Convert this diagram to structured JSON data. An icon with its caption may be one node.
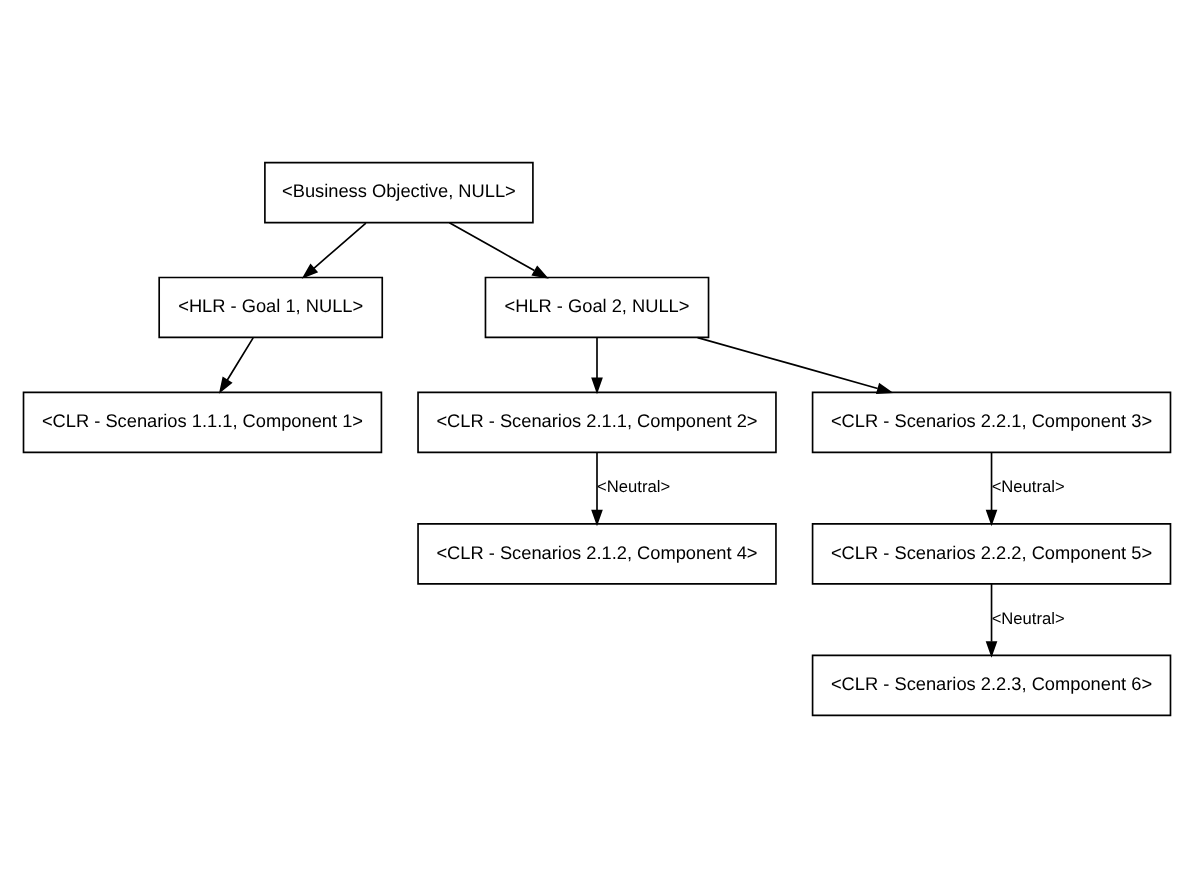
{
  "diagram": {
    "nodes": [
      {
        "text": [
          "<Business Objective, NULL>"
        ]
      },
      {
        "text": [
          "<HLR - Goal 1, NULL>"
        ]
      },
      {
        "text": [
          "<HLR - Goal 2, NULL>"
        ]
      },
      {
        "text": [
          "<CLR - Scenarios 1.1.1, Component 1>"
        ]
      },
      {
        "text": [
          "<CLR - Scenarios 2.1.1, Component 2>"
        ]
      },
      {
        "text": [
          "<CLR - Scenarios 2.2.1, Component 3>"
        ]
      },
      {
        "text": [
          "<CLR - Scenarios 2.1.2, Component 4>"
        ]
      },
      {
        "text": [
          "<CLR - Scenarios 2.2.2, Component 5>"
        ]
      },
      {
        "text": [
          "<CLR - Scenarios 2.2.3, Component 6>"
        ]
      }
    ],
    "edges": [
      {
        "from": 0,
        "to": 1,
        "arrow": "to"
      },
      {
        "from": 0,
        "to": 2,
        "arrow": "to"
      },
      {
        "from": 1,
        "to": 3,
        "arrow": "to"
      },
      {
        "from": 2,
        "to": 4,
        "arrow": "to"
      },
      {
        "from": 2,
        "to": 5,
        "arrow": "to"
      },
      {
        "from": 4,
        "to": 6,
        "arrow": "to",
        "label": "<Neutral>"
      },
      {
        "from": 5,
        "to": 7,
        "arrow": "to",
        "label": "<Neutral>"
      },
      {
        "from": 7,
        "to": 8,
        "arrow": "to",
        "label": "<Neutral>"
      }
    ]
  }
}
